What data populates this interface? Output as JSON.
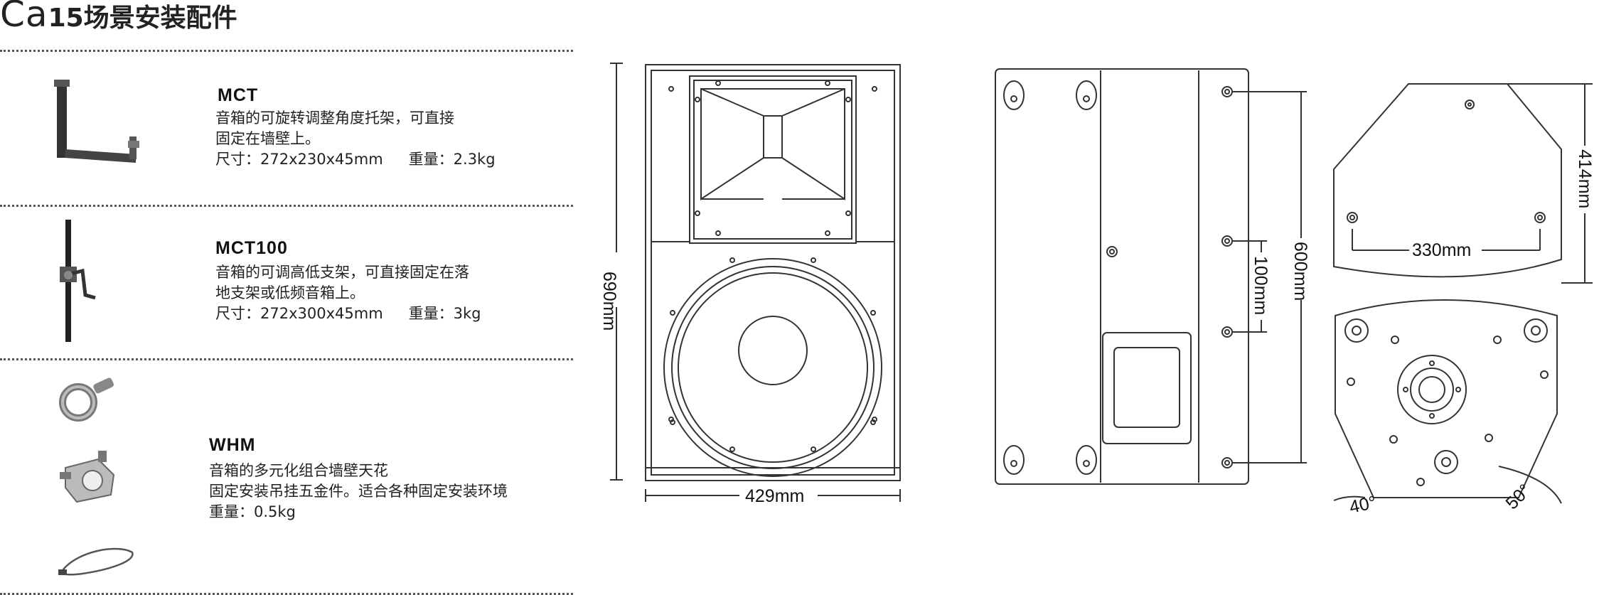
{
  "title": {
    "brand": "Ca",
    "rest": "15场景安装配件"
  },
  "products": [
    {
      "name": "MCT",
      "desc_lines": [
        "音箱的可旋转调整角度托架，可直接",
        "固定在墙壁上。"
      ],
      "size": "尺寸：272x230x45mm",
      "weight": "重量：2.3kg"
    },
    {
      "name": "MCT100",
      "desc_lines": [
        "音箱的可调高低支架，可直接固定在落",
        "地支架或低频音箱上。"
      ],
      "size": "尺寸：272x300x45mm",
      "weight": "重量：3kg"
    },
    {
      "name": "WHM",
      "desc_lines": [
        "音箱的多元化组合墙壁天花",
        "固定安装吊挂五金件。适合各种固定安装环境"
      ],
      "weight": "重量：0.5kg"
    }
  ],
  "dimensions": {
    "front_width": "429mm",
    "front_height": "690mm",
    "side_depth": "600mm",
    "side_spacing": "100mm",
    "top_height": "414mm",
    "top_width": "330mm",
    "angle_left": "40°",
    "angle_right": "50°"
  },
  "icons": [
    "mct-bracket-icon",
    "mct100-stand-icon",
    "eyebolt-icon",
    "clamp-icon",
    "safety-cable-icon"
  ]
}
